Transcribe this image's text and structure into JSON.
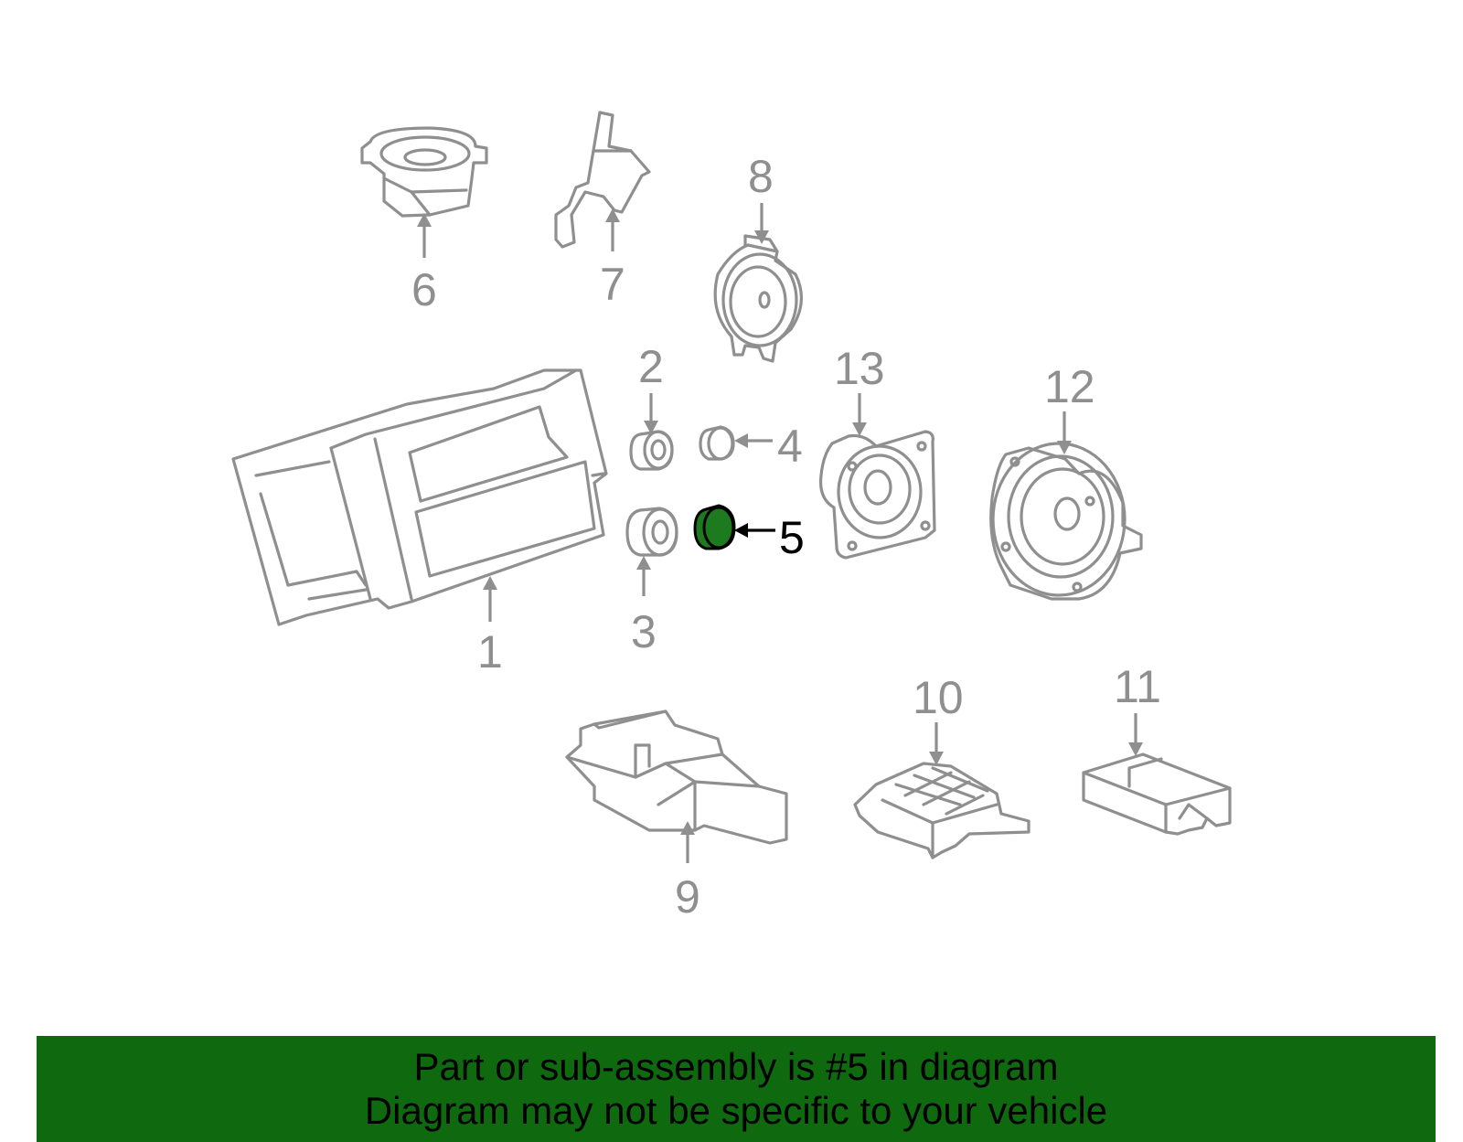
{
  "diagram": {
    "callouts": [
      {
        "id": "1",
        "label": "1"
      },
      {
        "id": "2",
        "label": "2"
      },
      {
        "id": "3",
        "label": "3"
      },
      {
        "id": "4",
        "label": "4"
      },
      {
        "id": "5",
        "label": "5",
        "highlighted": true
      },
      {
        "id": "6",
        "label": "6"
      },
      {
        "id": "7",
        "label": "7"
      },
      {
        "id": "8",
        "label": "8"
      },
      {
        "id": "9",
        "label": "9"
      },
      {
        "id": "10",
        "label": "10"
      },
      {
        "id": "11",
        "label": "11"
      },
      {
        "id": "12",
        "label": "12"
      },
      {
        "id": "13",
        "label": "13"
      }
    ],
    "line_color": "#8f8f8f",
    "highlight_color": "#1e7a1e"
  },
  "banner": {
    "line1": "Part or sub-assembly is #5 in diagram",
    "line2": "Diagram may not be specific to your vehicle",
    "background": "#0f6a0f"
  }
}
